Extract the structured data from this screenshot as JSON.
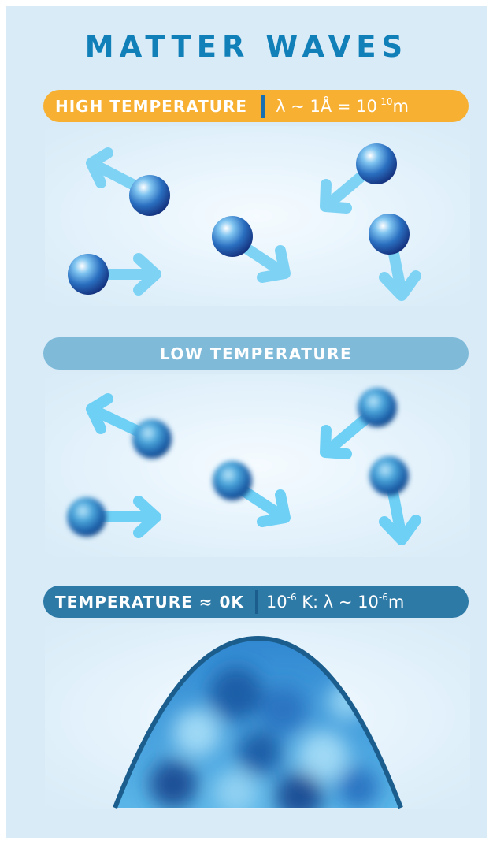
{
  "title": "MATTER WAVES",
  "high": {
    "label": "HIGH TEMPERATURE",
    "formula_main": "λ ∼ 1Å = 10",
    "formula_exp": "-10",
    "formula_unit": "m"
  },
  "low": {
    "label": "LOW TEMPERATURE"
  },
  "zero": {
    "label": "TEMPERATURE ≈ 0K",
    "formula_base1": "10",
    "formula_exp1": "-6",
    "formula_mid": " K: λ ∼ 10",
    "formula_exp2": "-6",
    "formula_unit": "m"
  },
  "colors": {
    "title": "#117fb8",
    "high_pill": "#f7b032",
    "low_pill": "#7fbad9",
    "zero_pill": "#2e7aa6",
    "arrow": "#7ed3f5",
    "atom": "#1f5fa8",
    "wave_outline": "#1b5e8d"
  }
}
